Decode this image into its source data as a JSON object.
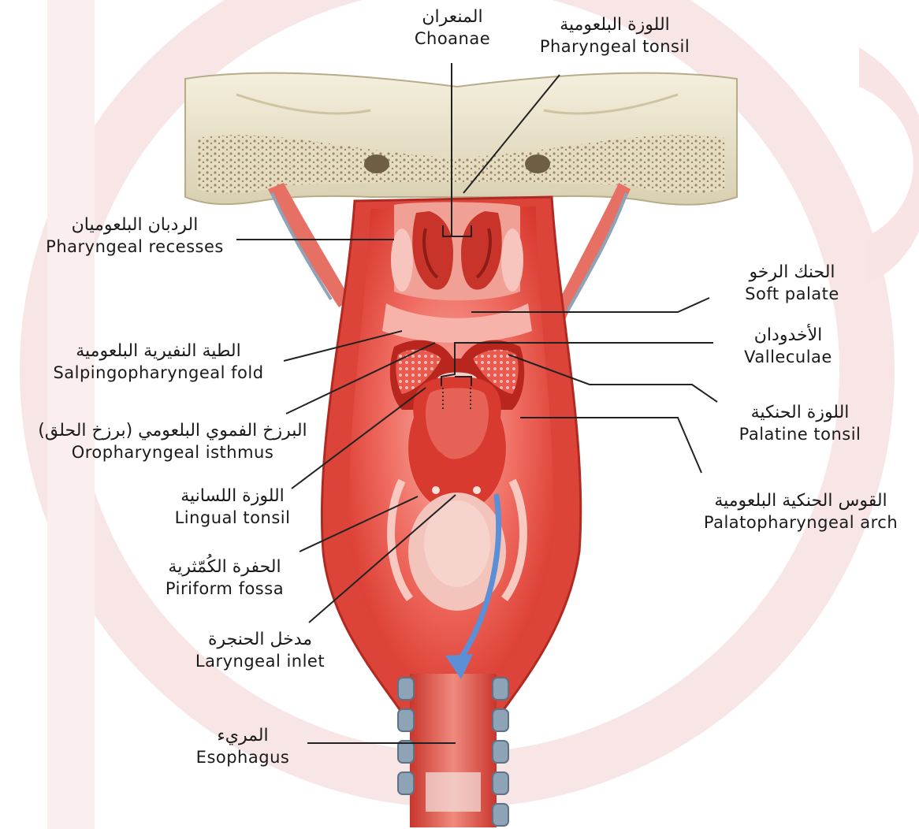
{
  "colors": {
    "watermark": "#f6e3e3",
    "bone": "#ece6cf",
    "bone_dark": "#b8ad8a",
    "mucosa": "#e8473d",
    "mucosa_light": "#f7a9a0",
    "mucosa_dark": "#c22a22",
    "pale_tissue": "#f3d2cc",
    "cartilage": "#8d9db0",
    "arrow": "#5b8fd6",
    "leader_line": "#222222"
  },
  "labels": {
    "choanae": {
      "ar": "المنعران",
      "en": "Choanae"
    },
    "pharyngeal_tonsil": {
      "ar": "اللوزة البلعومية",
      "en": "Pharyngeal tonsil"
    },
    "pharyngeal_recesses": {
      "ar": "الردبان البلعوميان",
      "en": "Pharyngeal recesses"
    },
    "soft_palate": {
      "ar": "الحنك الرخو",
      "en": "Soft palate"
    },
    "salpingopharyngeal_fold": {
      "ar": "الطية النفيرية البلعومية",
      "en": "Salpingopharyngeal fold"
    },
    "valleculae": {
      "ar": "الأخدودان",
      "en": "Valleculae"
    },
    "oropharyngeal_isthmus": {
      "ar": "البرزخ الفموي البلعومي (برزخ الحلق)",
      "en": "Oropharyngeal isthmus"
    },
    "palatine_tonsil": {
      "ar": "اللوزة الحنكية",
      "en": "Palatine tonsil"
    },
    "lingual_tonsil": {
      "ar": "اللوزة اللسانية",
      "en": "Lingual tonsil"
    },
    "palatopharyngeal_arch": {
      "ar": "القوس الحنكية البلعومية",
      "en": "Palatopharyngeal arch"
    },
    "piriform_fossa": {
      "ar": "الحفرة الكُمّثرية",
      "en": "Piriform fossa"
    },
    "laryngeal_inlet": {
      "ar": "مدخل الحنجرة",
      "en": "Laryngeal inlet"
    },
    "esophagus": {
      "ar": "المريء",
      "en": "Esophagus"
    }
  }
}
